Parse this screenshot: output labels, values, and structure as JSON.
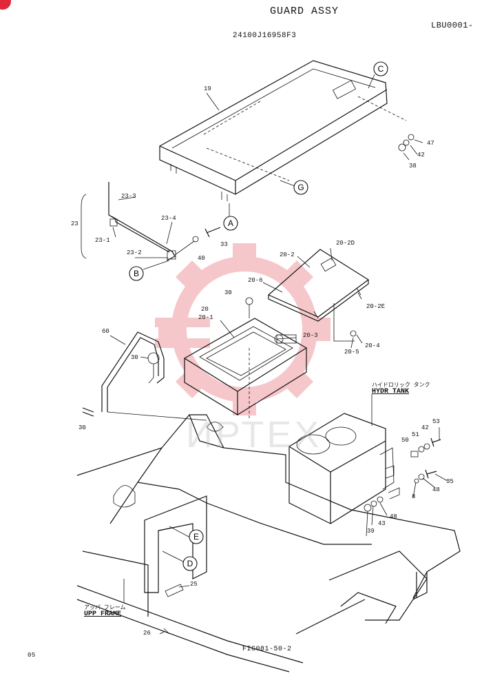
{
  "header": {
    "title": "GUARD ASSY",
    "serial": "LBU0001-",
    "drawing_no": "24100J16958F3"
  },
  "footer": {
    "page": "05",
    "figure": "FIG081-50-2"
  },
  "watermark": {
    "text": "ИРТЕХ",
    "color": "#e8606a"
  },
  "part_labels": [
    {
      "id": "p19",
      "text": "19"
    },
    {
      "id": "p47",
      "text": "47"
    },
    {
      "id": "p42a",
      "text": "42"
    },
    {
      "id": "p38",
      "text": "38"
    },
    {
      "id": "p23-3",
      "text": "23-3"
    },
    {
      "id": "p23-4",
      "text": "23-4"
    },
    {
      "id": "p23",
      "text": "23"
    },
    {
      "id": "p23-1",
      "text": "23-1"
    },
    {
      "id": "p23-2",
      "text": "23-2"
    },
    {
      "id": "p33",
      "text": "33"
    },
    {
      "id": "p40",
      "text": "40"
    },
    {
      "id": "p20-2D",
      "text": "20-2D"
    },
    {
      "id": "p20-2",
      "text": "20-2"
    },
    {
      "id": "p20-6",
      "text": "20-6"
    },
    {
      "id": "p20-2E",
      "text": "20-2E"
    },
    {
      "id": "p30a",
      "text": "30"
    },
    {
      "id": "p20",
      "text": "20"
    },
    {
      "id": "p20-1",
      "text": "20-1"
    },
    {
      "id": "p20-3",
      "text": "20-3"
    },
    {
      "id": "p20-4",
      "text": "20-4"
    },
    {
      "id": "p20-5",
      "text": "20-5"
    },
    {
      "id": "p60",
      "text": "60"
    },
    {
      "id": "p30b",
      "text": "30"
    },
    {
      "id": "p30c",
      "text": "30"
    },
    {
      "id": "p53",
      "text": "53"
    },
    {
      "id": "p42b",
      "text": "42"
    },
    {
      "id": "p51",
      "text": "51"
    },
    {
      "id": "p50",
      "text": "50"
    },
    {
      "id": "p35",
      "text": "35"
    },
    {
      "id": "p48a",
      "text": "48"
    },
    {
      "id": "p8",
      "text": "8"
    },
    {
      "id": "p48b",
      "text": "48"
    },
    {
      "id": "p43",
      "text": "43"
    },
    {
      "id": "p39",
      "text": "39"
    },
    {
      "id": "p25",
      "text": "25"
    },
    {
      "id": "p26",
      "text": "26"
    }
  ],
  "callouts": [
    {
      "id": "cC",
      "text": "C"
    },
    {
      "id": "cG",
      "text": "G"
    },
    {
      "id": "cA",
      "text": "A"
    },
    {
      "id": "cB",
      "text": "B"
    },
    {
      "id": "cE",
      "text": "E"
    },
    {
      "id": "cD",
      "text": "D"
    }
  ],
  "annotations": {
    "hydr_tank_jp": "ハイドロリック タンク",
    "hydr_tank_en": "HYDR TANK",
    "upp_frame_jp": "アッパ フレーム",
    "upp_frame_en": "UPP FRAME"
  }
}
